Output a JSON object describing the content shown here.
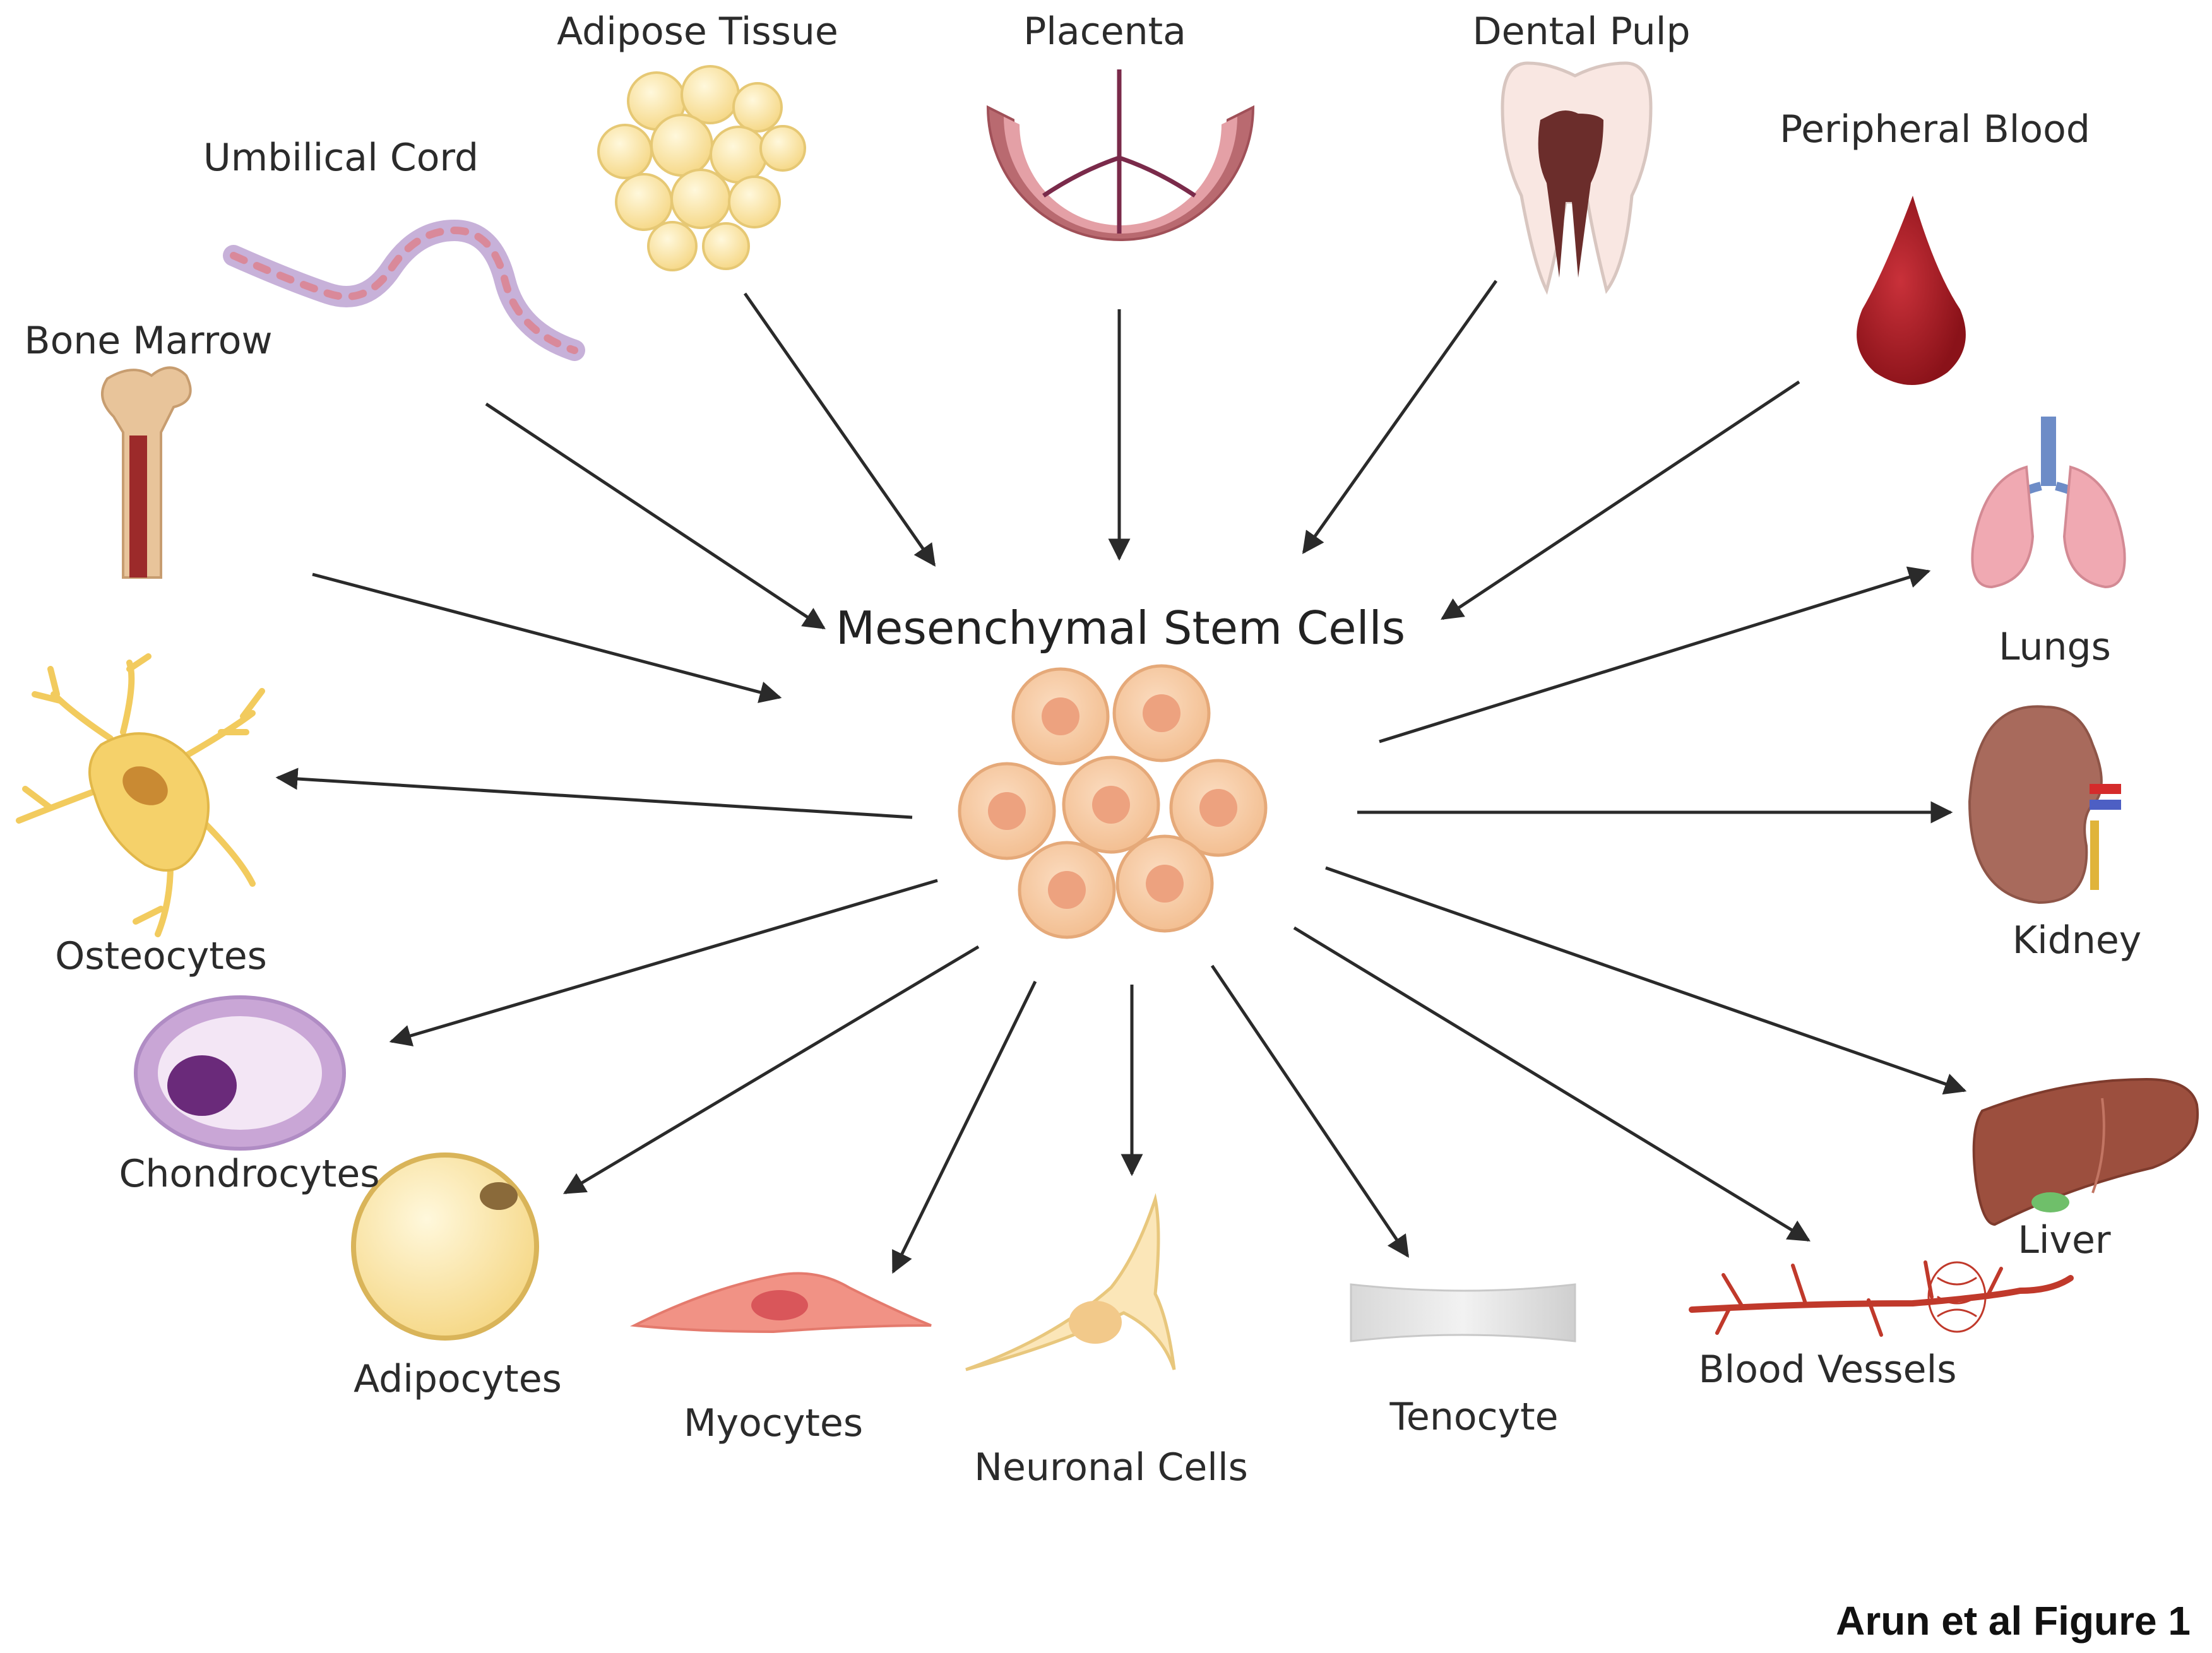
{
  "center": {
    "label": "Mesenchymal Stem Cells",
    "icon": "stem-cell-cluster-icon"
  },
  "sources": [
    {
      "id": "bone-marrow",
      "label": "Bone Marrow",
      "icon": "bone-icon"
    },
    {
      "id": "umbilical-cord",
      "label": "Umbilical Cord",
      "icon": "umbilical-cord-icon"
    },
    {
      "id": "adipose-tissue",
      "label": "Adipose Tissue",
      "icon": "fat-cells-icon"
    },
    {
      "id": "placenta",
      "label": "Placenta",
      "icon": "placenta-icon"
    },
    {
      "id": "dental-pulp",
      "label": "Dental Pulp",
      "icon": "tooth-icon"
    },
    {
      "id": "peripheral-blood",
      "label": "Peripheral Blood",
      "icon": "blood-drop-icon"
    }
  ],
  "targets": [
    {
      "id": "lungs",
      "label": "Lungs",
      "icon": "lungs-icon"
    },
    {
      "id": "kidney",
      "label": "Kidney",
      "icon": "kidney-icon"
    },
    {
      "id": "liver",
      "label": "Liver",
      "icon": "liver-icon"
    },
    {
      "id": "blood-vessels",
      "label": "Blood Vessels",
      "icon": "blood-vessel-icon"
    },
    {
      "id": "tenocyte",
      "label": "Tenocyte",
      "icon": "tenocyte-icon"
    },
    {
      "id": "neuronal-cells",
      "label": "Neuronal Cells",
      "icon": "neuron-icon"
    },
    {
      "id": "myocytes",
      "label": "Myocytes",
      "icon": "myocyte-icon"
    },
    {
      "id": "adipocytes",
      "label": "Adipocytes",
      "icon": "adipocyte-icon"
    },
    {
      "id": "chondrocytes",
      "label": "Chondrocytes",
      "icon": "chondrocyte-icon"
    },
    {
      "id": "osteocytes",
      "label": "Osteocytes",
      "icon": "osteocyte-icon"
    }
  ],
  "credit": "Arun et al Figure 1",
  "colors": {
    "arrow": "#2a2a2a",
    "stem_cell": "#f6c9a0",
    "stem_nucleus": "#eda27f",
    "blood": "#a61c22",
    "lung": "#f0a9b2",
    "kidney": "#a86a5c",
    "liver": "#9c4f3e",
    "bone": "#e8c49a",
    "fat": "#fbe7a8",
    "chondro": "#c9a6d6"
  }
}
